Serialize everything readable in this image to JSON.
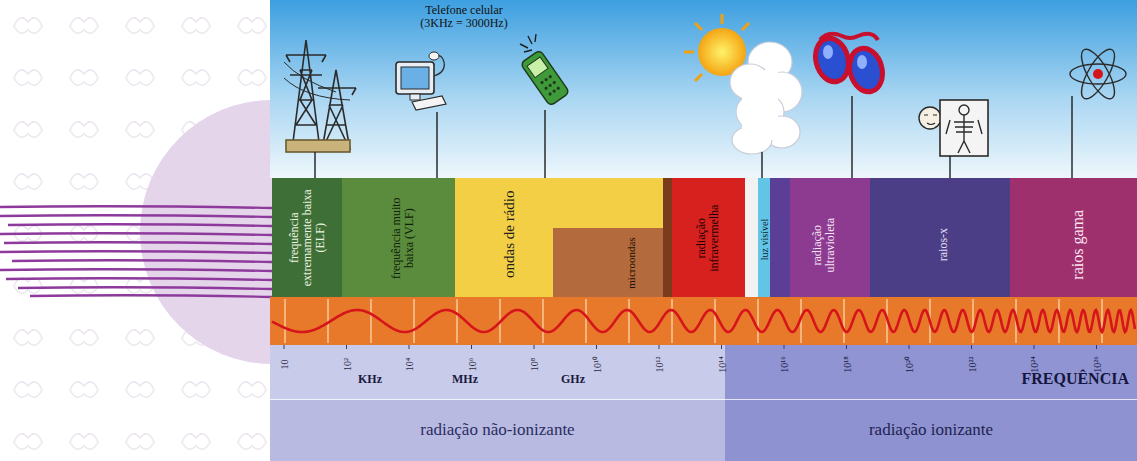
{
  "diagram": {
    "nodes": [
      {
        "text": [
          "frequência extremamente baixa (ELF)"
        ]
      },
      {
        "text": [
          "frequência muito baixa (VLF)"
        ]
      },
      {
        "text": [
          "ondas de rádio"
        ]
      },
      {
        "text": [
          "microondas"
        ],
        "in": 2
      },
      {
        "text": [
          "radiação infravermelha"
        ]
      },
      {
        "text": [
          "luz visível"
        ]
      },
      {
        "text": [
          "radiação ultravioleta"
        ]
      },
      {
        "text": [
          "raios-x"
        ]
      },
      {
        "text": [
          "raios gama"
        ]
      },
      {
        "text": [
          "radiação não-ionizante"
        ]
      },
      {
        "text": [
          "radiação ionizante"
        ]
      }
    ],
    "labels": [
      "Telefone celular (3KHz = 3000Hz)",
      "10",
      "10²",
      "10⁴",
      "10⁶",
      "10⁸",
      "10¹⁰",
      "10¹²",
      "10¹⁴",
      "10¹⁶",
      "10¹⁸",
      "10²⁰",
      "10²²",
      "10²⁴",
      "10²⁶",
      "KHz",
      "MHz",
      "GHz",
      "FREQUÊNCIA"
    ]
  }
}
